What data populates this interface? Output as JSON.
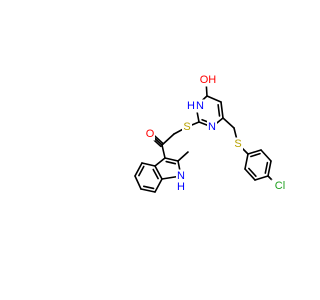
{
  "molecule": {
    "atom_colors": {
      "S": "#b8a200",
      "N": "#0000ff",
      "O": "#ff0000",
      "Cl": "#1fa01f"
    },
    "labels": {
      "o_keto": "O",
      "o_oxo": "OH",
      "s_thio": "S",
      "s_thioether": "S",
      "n_h": "H",
      "n_ring3": "N",
      "nh_indole": "H",
      "n_indole": "N",
      "cl": "Cl"
    }
  }
}
